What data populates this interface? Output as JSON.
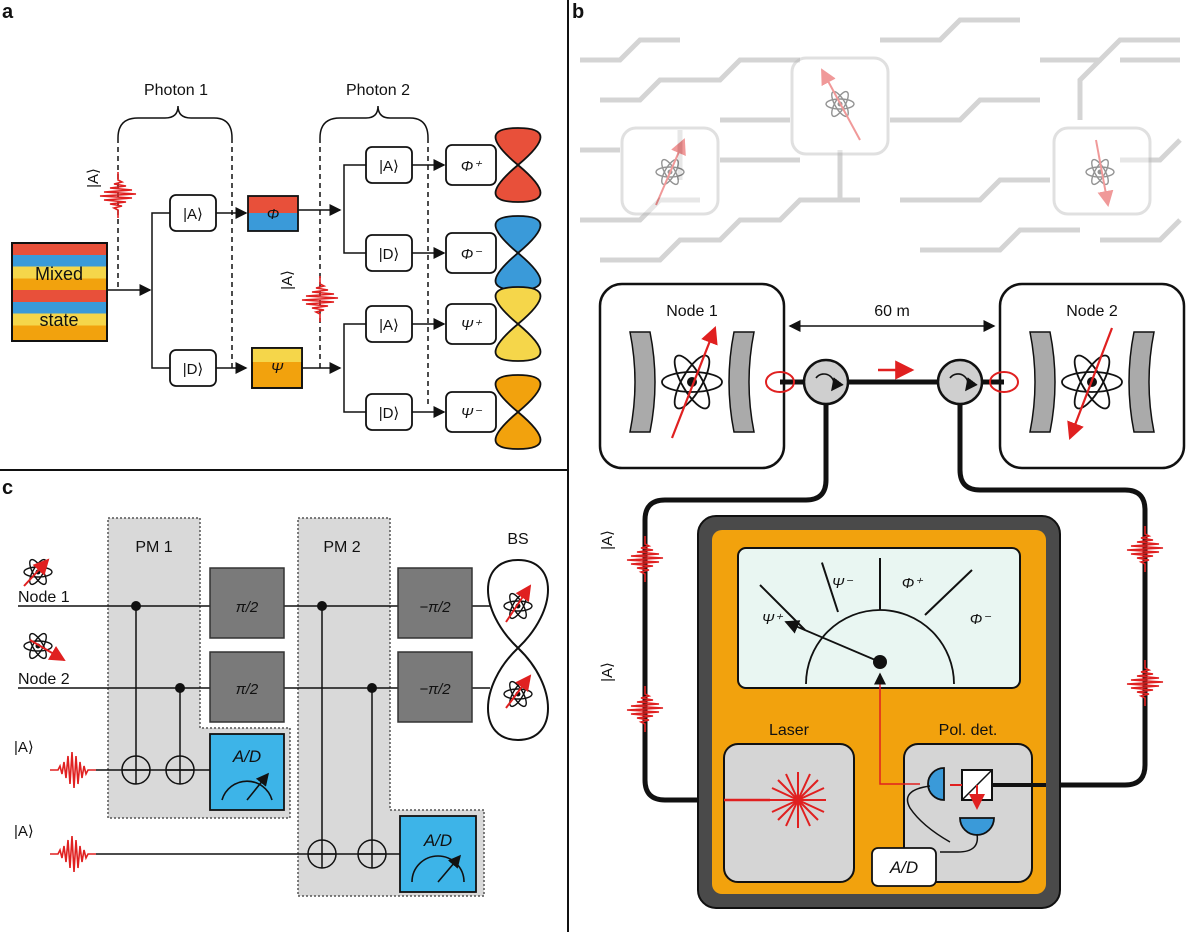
{
  "panels": {
    "a": "a",
    "b": "b",
    "c": "c"
  },
  "panel_a": {
    "photon1": "Photon 1",
    "photon2": "Photon 2",
    "mixed_line1": "Mixed",
    "mixed_line2": "state",
    "ket_A": "|A⟩",
    "ket_D": "|D⟩",
    "phi": "Φ",
    "psi": "Ψ",
    "phi_plus": "Φ⁺",
    "phi_minus": "Φ⁻",
    "psi_plus": "Ψ⁺",
    "psi_minus": "Ψ⁻"
  },
  "panel_b": {
    "node1": "Node 1",
    "node2": "Node 2",
    "distance": "60 m",
    "ket_A": "|A⟩",
    "laser": "Laser",
    "pol_det": "Pol. det.",
    "ad": "A/D",
    "meter_psi_plus": "Ψ⁺",
    "meter_psi_minus": "Ψ⁻",
    "meter_phi_plus": "Φ⁺",
    "meter_phi_minus": "Φ⁻"
  },
  "panel_c": {
    "pm1": "PM 1",
    "pm2": "PM 2",
    "bs": "BS",
    "node1": "Node 1",
    "node2": "Node 2",
    "ket_A": "|A⟩",
    "pi2": "π/2",
    "mpi2": "−π/2",
    "ad": "A/D"
  },
  "colors": {
    "red": "#e8503a",
    "blue": "#3a9ad9",
    "yellow": "#f5d64a",
    "orange": "#f2a20d",
    "frame": "#4a4a4a",
    "gray": "#7a7a7a",
    "lightgray": "#d9d9d9",
    "cyan": "#3db4e8"
  }
}
